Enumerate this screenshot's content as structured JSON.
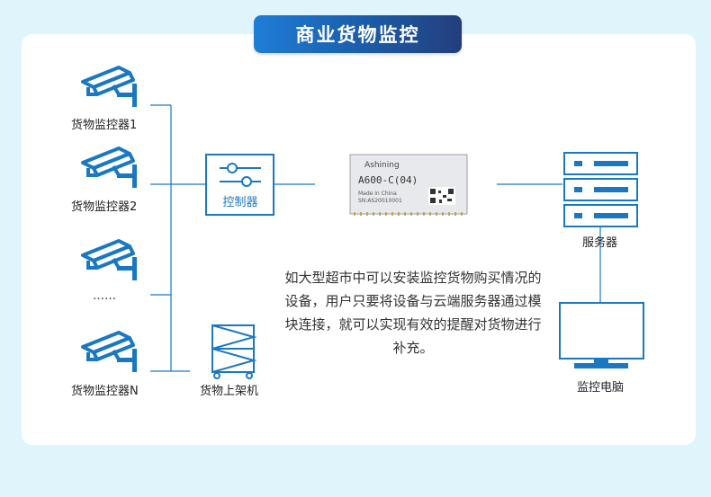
{
  "title": "商业货物监控",
  "cameras": [
    {
      "label": "货物监控器1"
    },
    {
      "label": "货物监控器2"
    },
    {
      "label": "……"
    },
    {
      "label": "货物监控器N"
    }
  ],
  "controller": {
    "label": "控制器"
  },
  "shelf": {
    "label": "货物上架机"
  },
  "module": {
    "brand": "Ashining",
    "model": "A600-C(04)",
    "made_in": "Made in China",
    "serial": "SN:AS20010001"
  },
  "server": {
    "label": "服务器"
  },
  "monitor": {
    "label": "监控电脑"
  },
  "description": "如大型超市中可以安装监控货物购买情况的设备，用户只要将设备与云端服务器通过模块连接，就可以实现有效的提醒对货物进行补充。",
  "colors": {
    "line": "#1a78c2",
    "background": "#dff5fb",
    "title_gradient_start": "#1f7dd6",
    "title_gradient_end": "#243e7a"
  }
}
